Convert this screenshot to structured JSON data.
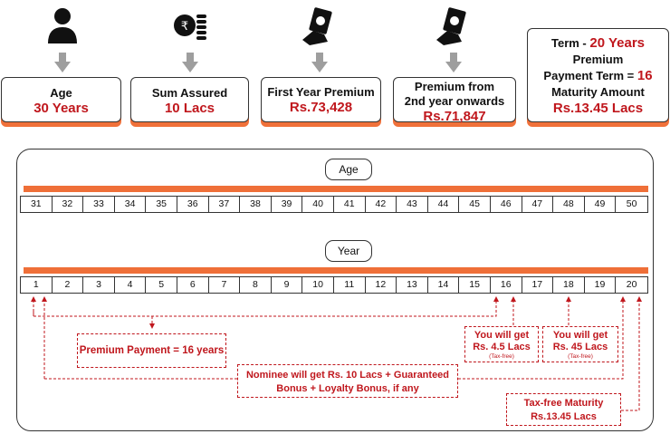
{
  "cards": [
    {
      "label": "Age",
      "value": "30 Years"
    },
    {
      "label": "Sum Assured",
      "value": "10 Lacs"
    },
    {
      "label": "First Year Premium",
      "value": "Rs.73,428"
    },
    {
      "label_line1": "Premium from",
      "label_line2": "2nd year onwards",
      "value": "Rs.71,847"
    }
  ],
  "summary": {
    "term_label": "Term  -",
    "term_value": "20 Years",
    "premium_label": "Premium",
    "payment_term_label": "Payment Term =",
    "payment_term_value": "16",
    "maturity_label": "Maturity Amount",
    "maturity_value": "Rs.13.45 Lacs"
  },
  "timeline": {
    "age_title": "Age",
    "year_title": "Year",
    "ages": [
      "31",
      "32",
      "33",
      "34",
      "35",
      "36",
      "37",
      "38",
      "39",
      "40",
      "41",
      "42",
      "43",
      "44",
      "45",
      "46",
      "47",
      "48",
      "49",
      "50"
    ],
    "years": [
      "1",
      "2",
      "3",
      "4",
      "5",
      "6",
      "7",
      "8",
      "9",
      "10",
      "11",
      "12",
      "13",
      "14",
      "15",
      "16",
      "17",
      "18",
      "19",
      "20"
    ]
  },
  "notes": {
    "premium_payment": "Premium Payment = 16 years",
    "get16_line1": "You will get",
    "get16_line2": "Rs. 4.5 Lacs",
    "get16_tax": "(Tax-free)",
    "get18_line1": "You will get",
    "get18_line2": "Rs. 45 Lacs",
    "get18_tax": "(Tax-free)",
    "nominee_line1": "Nominee will get Rs. 10 Lacs + Guaranteed",
    "nominee_line2": "Bonus + Loyalty Bonus, if any",
    "maturity_line1": "Tax-free Maturity",
    "maturity_line2": "Rs.13.45 Lacs"
  },
  "colors": {
    "accent": "#ef6f38",
    "red": "#c0171d",
    "arrow_gray": "#9e9e9e"
  }
}
